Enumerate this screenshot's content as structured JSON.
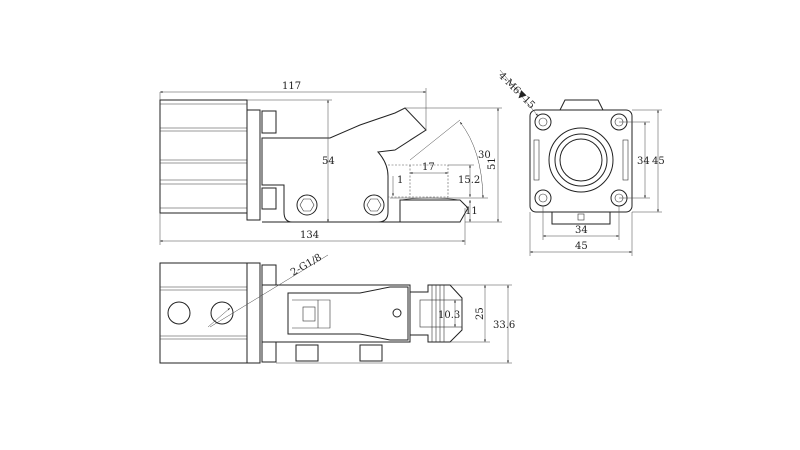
{
  "drawing": {
    "side_view": {
      "dim_overall_top": "117",
      "dim_overall_bottom": "134",
      "dim_height_body": "54",
      "dim_height_total": "51",
      "dim_angle": "30",
      "dim_jaw_length": "17",
      "dim_jaw_height": "15.2",
      "dim_gap": "1",
      "dim_tip": "11"
    },
    "front_view": {
      "thread_note": "4-M6▼15",
      "dim_hole_vertical": "34",
      "dim_body_vertical": "45",
      "dim_hole_horizontal": "34",
      "dim_body_horizontal": "45"
    },
    "top_view": {
      "port_note": "2-G1/8",
      "dim_jaw_width": "10.3",
      "dim_width_inner": "25",
      "dim_width_outer": "33.6"
    }
  }
}
